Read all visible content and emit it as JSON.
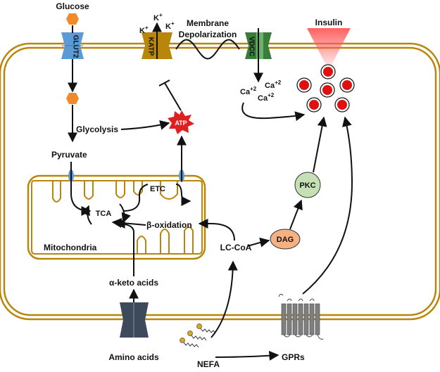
{
  "labels": {
    "glucose": "Glucose",
    "glut2": "GLUT2",
    "katp": "KATP",
    "k_plus": "K",
    "plus": "+",
    "membrane_depolarization_1": "Membrane",
    "membrane_depolarization_2": "Depolarization",
    "vdcc": "VDCC",
    "insulin": "Insulin",
    "ca": "Ca",
    "ca_charge": "+2",
    "glycolysis": "Glycolysis",
    "atp": "ATP",
    "pyruvate": "Pyruvate",
    "etc": "ETC",
    "tca": "TCA",
    "beta_oxidation": "β-oxidation",
    "mitochondria": "Mitochondria",
    "lc_coa": "LC-CoA",
    "dag": "DAG",
    "pkc": "PKC",
    "alpha_keto_acids": "α-keto acids",
    "amino_acids": "Amino acids",
    "nefa": "NEFA",
    "gprs": "GPRs"
  },
  "colors": {
    "membrane": "#B8860B",
    "glut2": "#5B9BD5",
    "katp": "#B8860B",
    "vdcc": "#3A7D3A",
    "amino_channel": "#3C4A5C",
    "gpr": "#7F7F7F",
    "atp": "#E02020",
    "insulin_granule": "#E01010",
    "glucose": "#F08A2A",
    "dag": "#F4B183",
    "pkc": "#C5E0B4",
    "transporter": "#5B9BD5"
  },
  "icons": {
    "glucose_hexagon": "orange-hexagon",
    "atp_burst": "red-star-burst",
    "insulin_release": "red-cone",
    "granule": "red-circle"
  }
}
